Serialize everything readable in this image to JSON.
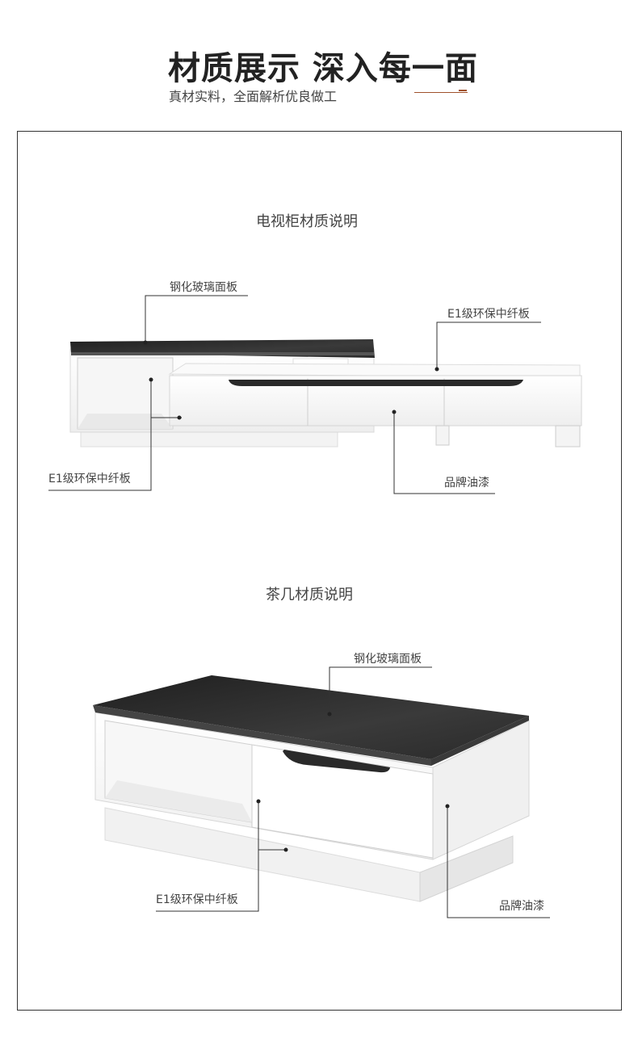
{
  "header": {
    "title": "材质展示 深入每一面",
    "subtitle": "真材实料，全面解析优良做工"
  },
  "tv_cabinet": {
    "title": "电视柜材质说明",
    "labels": {
      "glass_top": "钢化玻璃面板",
      "board_right": "E1级环保中纤板",
      "board_left": "E1级环保中纤板",
      "paint": "品牌油漆"
    }
  },
  "coffee_table": {
    "title": "茶几材质说明",
    "labels": {
      "glass_top": "钢化玻璃面板",
      "board": "E1级环保中纤板",
      "paint": "品牌油漆"
    }
  },
  "colors": {
    "glass": "#2b2b2b",
    "frame_border": "#333333",
    "accent_line": "#a0522d"
  }
}
